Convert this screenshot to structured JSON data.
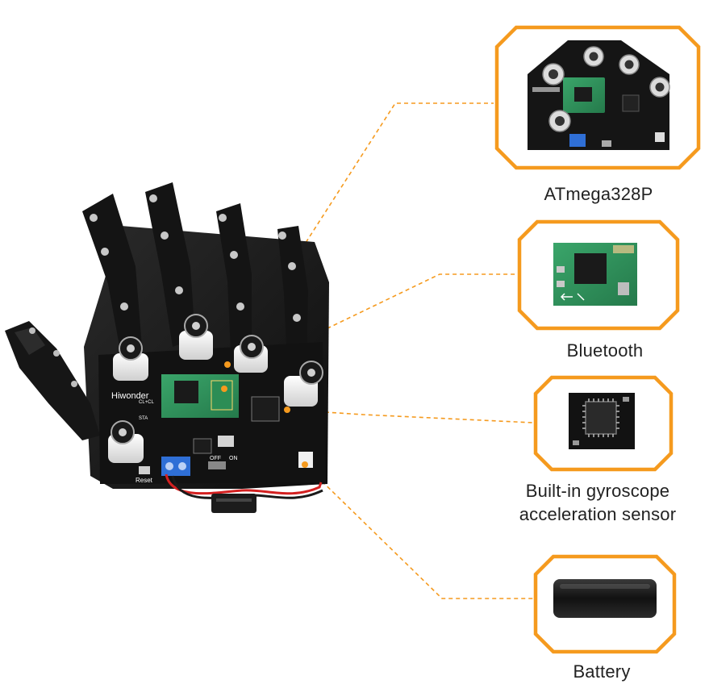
{
  "callouts": [
    {
      "id": "atmega",
      "label": "ATmega328P",
      "icon": "pcb-board-icon"
    },
    {
      "id": "bluetooth",
      "label": "Bluetooth",
      "icon": "bluetooth-module-icon"
    },
    {
      "id": "gyro",
      "label_line1": "Built-in gyroscope",
      "label_line2": "acceleration sensor",
      "icon": "chip-icon"
    },
    {
      "id": "battery",
      "label": "Battery",
      "icon": "battery-icon"
    }
  ],
  "product": {
    "board_brand": "Hiwonder",
    "board_labels": [
      "Reset",
      "OFF",
      "ON",
      "STA",
      "CL+CL"
    ]
  },
  "colors": {
    "accent_orange": "#F59A1E",
    "frame_black": "#1A1A1A",
    "pcb_green": "#2E8B57"
  }
}
